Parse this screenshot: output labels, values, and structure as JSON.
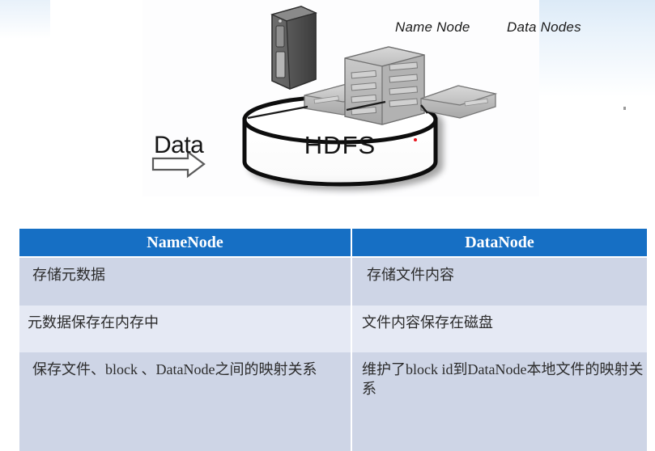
{
  "diagram": {
    "captions": {
      "name_node": "Name Node",
      "data_nodes": "Data Nodes"
    },
    "data_label": "Data",
    "cylinder_label": "HDFS",
    "arrow_icon": "right-arrow-outline-icon",
    "namenode_icon": "server-tower-icon",
    "datanode_icons": [
      "server-box-icon",
      "server-rack-stack-icon",
      "server-box-icon"
    ]
  },
  "table": {
    "headers": [
      "NameNode",
      "DataNode"
    ],
    "rows": [
      {
        "namenode": "存储元数据",
        "datanode": "存储文件内容"
      },
      {
        "namenode": "元数据保存在内存中",
        "datanode": "文件内容保存在磁盘"
      },
      {
        "namenode": "保存文件、block 、DataNode之间的映射关系",
        "datanode": "维护了block id到DataNode本地文件的映射关系"
      }
    ]
  },
  "colors": {
    "header_blue": "#166fc4",
    "row_shade": "#ced5e6",
    "row_light": "#e5e9f4",
    "cursor_red": "#e8131b"
  }
}
